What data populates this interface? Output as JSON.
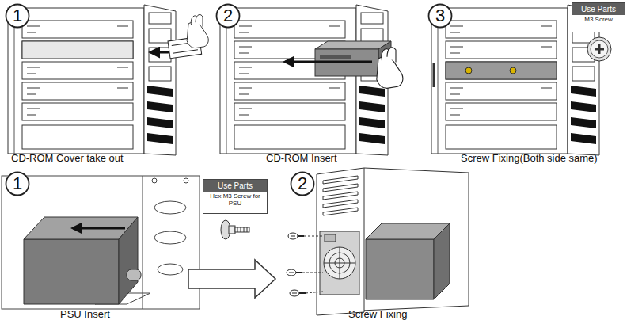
{
  "diagram": {
    "nodes": [
      {
        "text": [
          "1"
        ]
      },
      {
        "text": [
          "2"
        ]
      },
      {
        "text": [
          "3"
        ]
      },
      {
        "text": [
          "Use Parts",
          "M3 Screw"
        ]
      },
      {
        "text": [
          "1"
        ]
      },
      {
        "text": [
          "Use Parts",
          "Hex M3 Screw for PSU"
        ]
      },
      {
        "text": [
          "2"
        ]
      }
    ],
    "labels": [
      "CD-ROM Cover take out",
      "CD-ROM Insert",
      "Screw Fixing(Both side same)",
      "PSU Insert",
      "Screw Fixing"
    ]
  }
}
